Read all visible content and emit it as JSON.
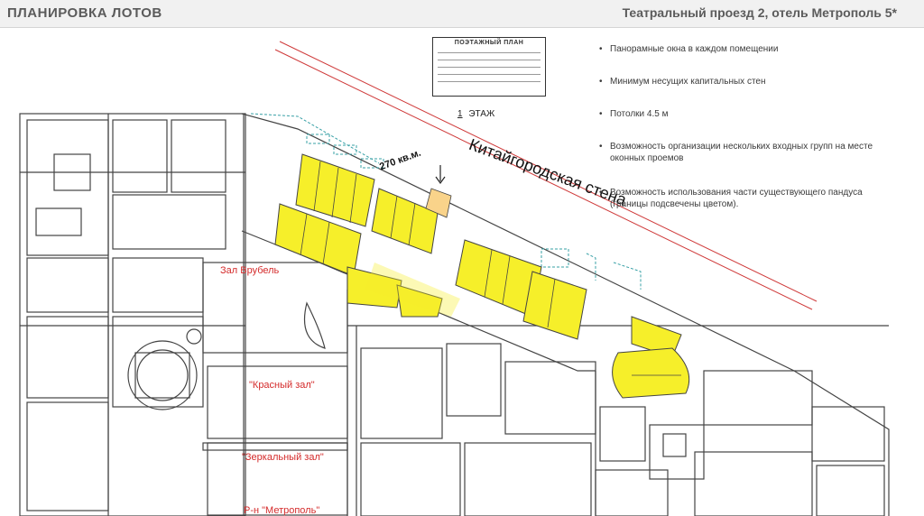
{
  "header": {
    "title": "ПЛАНИРОВКА ЛОТОВ",
    "address": "Театральный проезд 2,  отель Метрополь 5*"
  },
  "stamp": {
    "title": "ПОЭТАЖНЫЙ ПЛАН"
  },
  "floor": {
    "number": "1",
    "label": "ЭТАЖ"
  },
  "area_label": "270 кв.м.",
  "wall_label": "Китайгородская стена",
  "halls": {
    "vrubel": "Зал Врубель",
    "red": "\"Красный зал\"",
    "mirror": "\"Зеркальный зал\"",
    "metropol": "Р-н \"Метрополь\""
  },
  "features": [
    "Панорамные окна в каждом помещении",
    "Минимум несущих капитальных стен",
    "Потолки 4.5 м",
    "Возможность организации нескольких входных групп на месте оконных проемов",
    "Возможность использования части существующего пандуса (границы подсвечены цветом)."
  ],
  "colors": {
    "highlight": "#f6ef2a",
    "hall_text": "#d42b2b",
    "line": "#444444",
    "accent_line": "#cf3a3a"
  }
}
